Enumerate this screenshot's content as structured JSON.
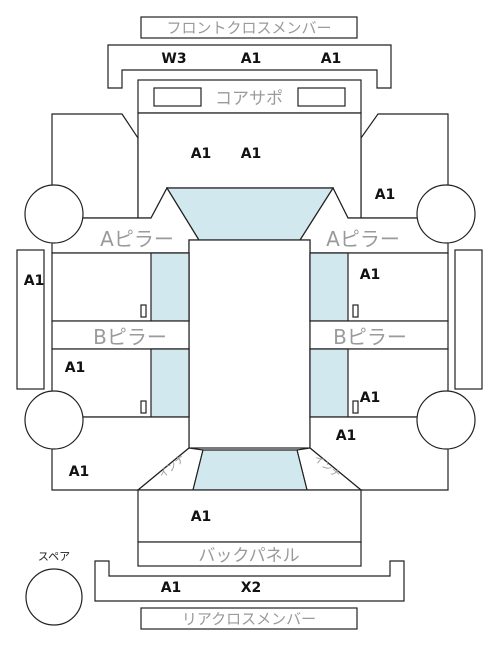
{
  "labels": {
    "front_cross_member": "フロントクロスメンバー",
    "core_support": "コアサポ",
    "a_pillar_left": "Aピラー",
    "a_pillar_right": "Aピラー",
    "b_pillar_left": "Bピラー",
    "b_pillar_right": "Bピラー",
    "back_panel": "バックパネル",
    "rear_cross_member": "リアクロスメンバー",
    "spare": "スペア",
    "inner_left": "インナ",
    "inner_right": "インナ"
  },
  "marks": {
    "front_cross_1": "W3",
    "front_cross_2": "A1",
    "front_cross_3": "A1",
    "hood_1": "A1",
    "hood_2": "A1",
    "front_fender_right": "A1",
    "left_step": "A1",
    "right_front_door": "A1",
    "left_rear_door": "A1",
    "right_rear_door": "A1",
    "right_rear_fender": "A1",
    "left_rear_fender": "A1",
    "trunk": "A1",
    "rear_cross_1": "A1",
    "rear_cross_2": "X2"
  },
  "colors": {
    "glass": "#d2e8ef",
    "part_label": "#9a9a9a",
    "mark": "#111111"
  }
}
